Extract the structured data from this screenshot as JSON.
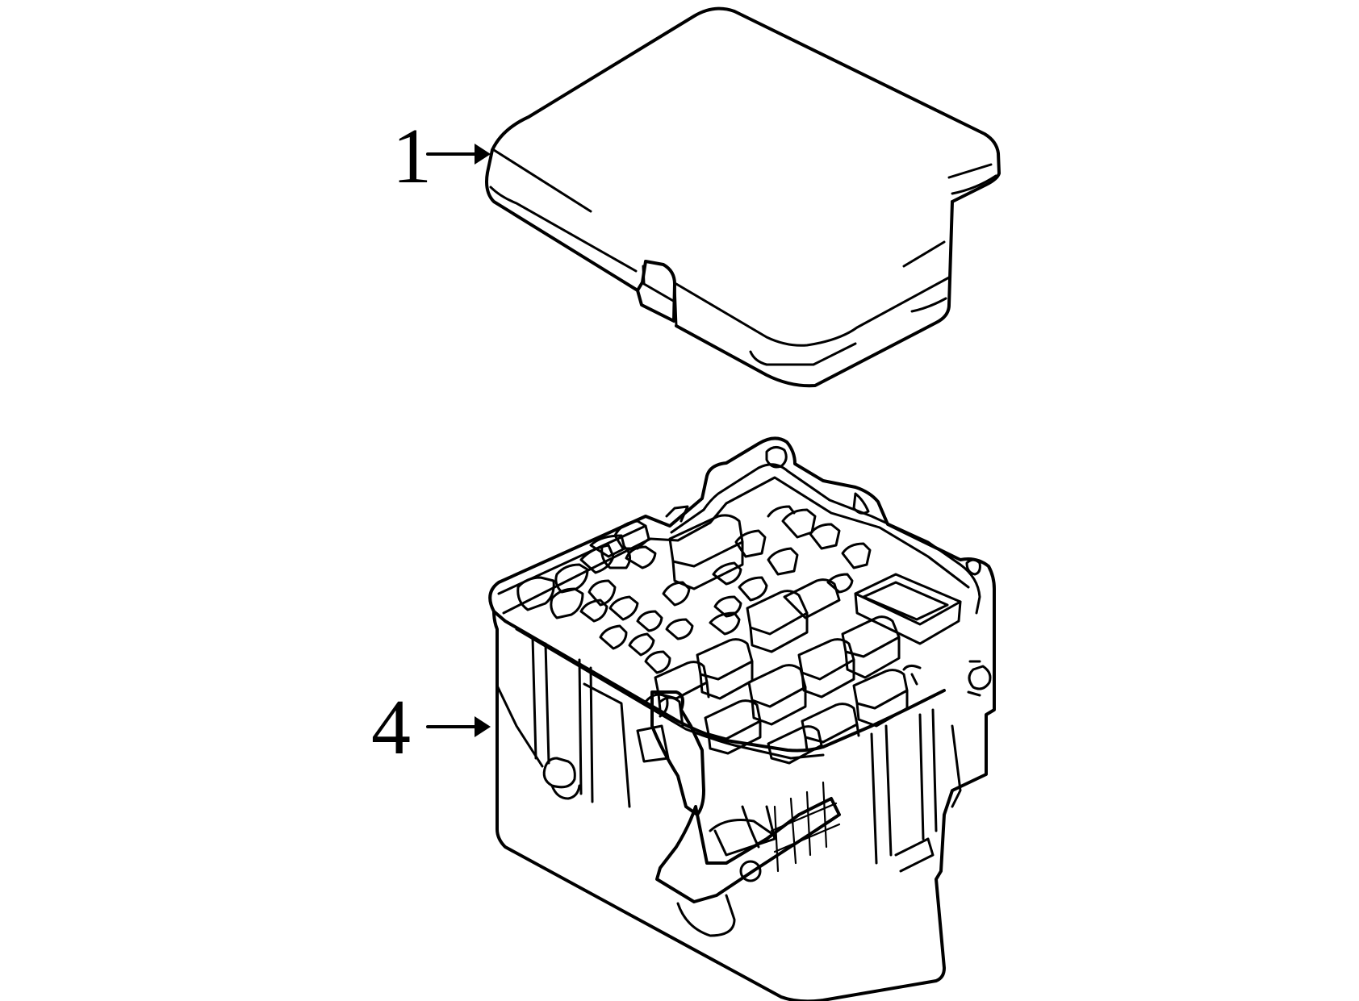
{
  "diagram": {
    "background": "#ffffff",
    "stroke": "#000000",
    "callouts": [
      {
        "id": "callout-1",
        "label": "1",
        "part": "fuse-box-cover"
      },
      {
        "id": "callout-4",
        "label": "4",
        "part": "fuse-relay-box"
      }
    ]
  }
}
